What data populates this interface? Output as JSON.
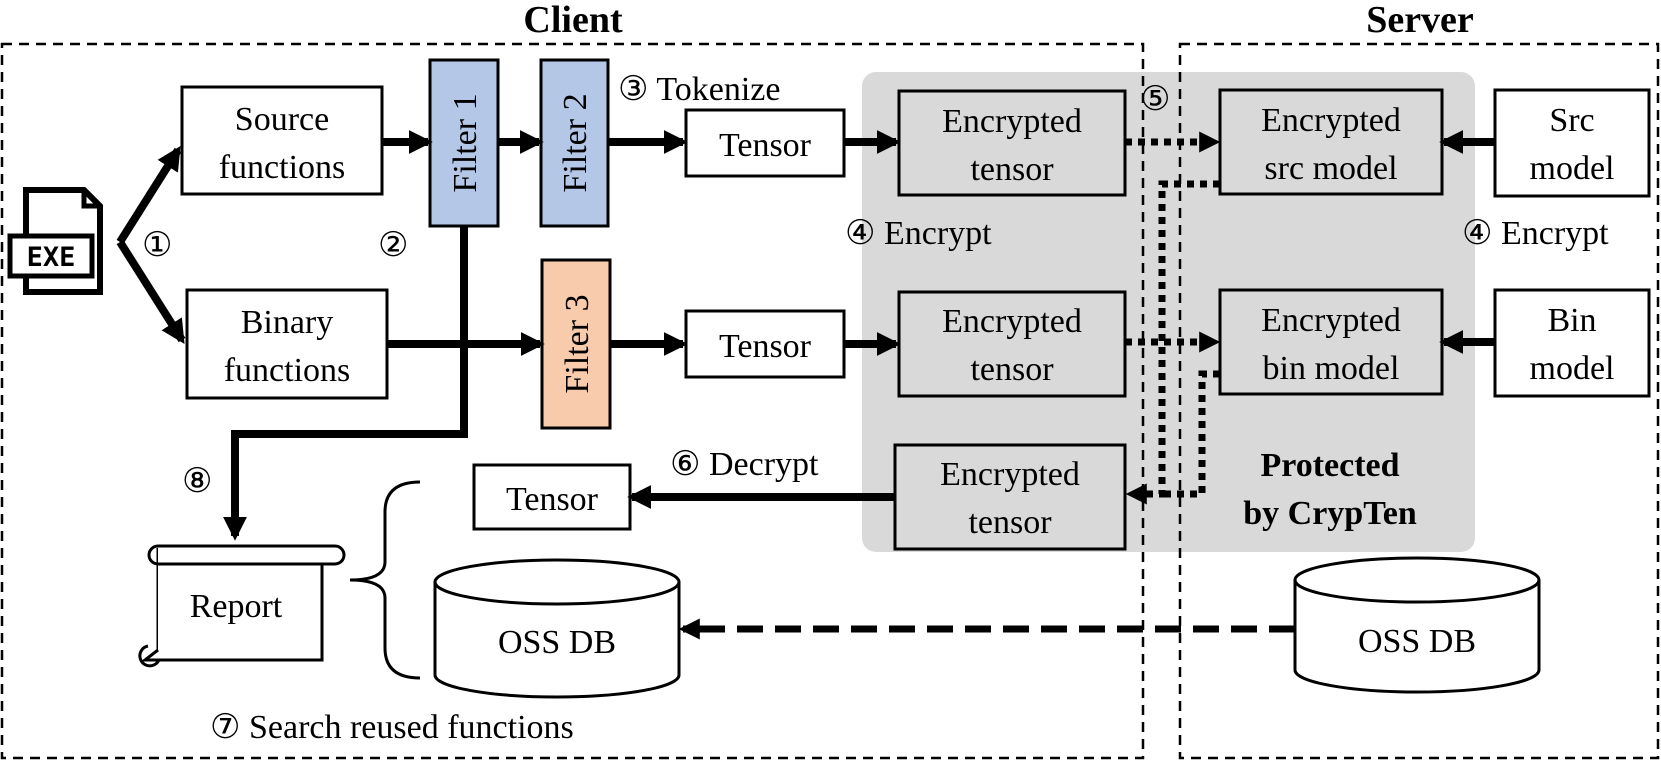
{
  "regions": {
    "client": "Client",
    "server": "Server"
  },
  "file_icon": {
    "label": "EXE"
  },
  "boxes": {
    "source_functions": [
      "Source",
      "functions"
    ],
    "binary_functions": [
      "Binary",
      "functions"
    ],
    "filter1": "Filter 1",
    "filter2": "Filter 2",
    "filter3": "Filter 3",
    "tensor_top": "Tensor",
    "tensor_mid": "Tensor",
    "tensor_bottom": "Tensor",
    "enc_tensor_top": [
      "Encrypted",
      "tensor"
    ],
    "enc_tensor_mid": [
      "Encrypted",
      "tensor"
    ],
    "enc_tensor_bottom": [
      "Encrypted",
      "tensor"
    ],
    "enc_src_model": [
      "Encrypted",
      "src model"
    ],
    "enc_bin_model": [
      "Encrypted",
      "bin model"
    ],
    "src_model": [
      "Src",
      "model"
    ],
    "bin_model": [
      "Bin",
      "model"
    ],
    "report": "Report",
    "oss_db_client": "OSS DB",
    "oss_db_server": "OSS DB"
  },
  "steps": {
    "s1": "①",
    "s2": "②",
    "s3": "③ Tokenize",
    "s4_client": "④ Encrypt",
    "s4_server": "④ Encrypt",
    "s5": "⑤",
    "s6": "⑥ Decrypt",
    "s7": "⑦ Search reused functions",
    "s8": "⑧"
  },
  "protected_area": {
    "line1": "Protected",
    "line2": "by CrypTen"
  },
  "colors": {
    "filter_blue": "#b4c7e7",
    "filter_orange": "#f8cbad",
    "protected_gray": "#d9d9d9"
  }
}
